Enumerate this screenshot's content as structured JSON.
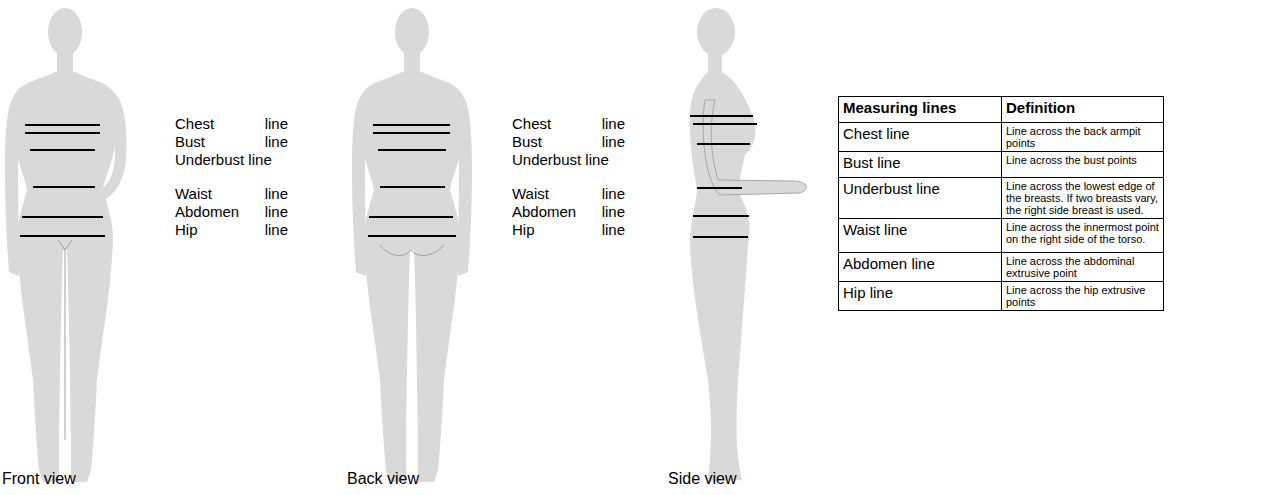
{
  "diagram": {
    "labels": [
      "Chest line",
      "Bust line",
      "Underbust line",
      "Waist line",
      "Abdomen line",
      "Hip line",
      "Chest line",
      "Bust line",
      "Underbust line",
      "Waist line",
      "Abdomen line",
      "Hip line",
      "Measuring lines",
      "Definition",
      "Chest line",
      "Line across the back armpit points",
      "Bust line",
      "Line across the bust points",
      "Underbust line",
      "Line across the lowest edge of the breasts. If two breasts vary, the right side breast is used.",
      "Waist line",
      "Line across the innermost point on the right side of the torso.",
      "Abdomen line",
      "Line across the abdominal extrusive point",
      "Hip line",
      "Line across the hip extrusive points",
      "Front view",
      "Back view",
      "Side view"
    ]
  }
}
